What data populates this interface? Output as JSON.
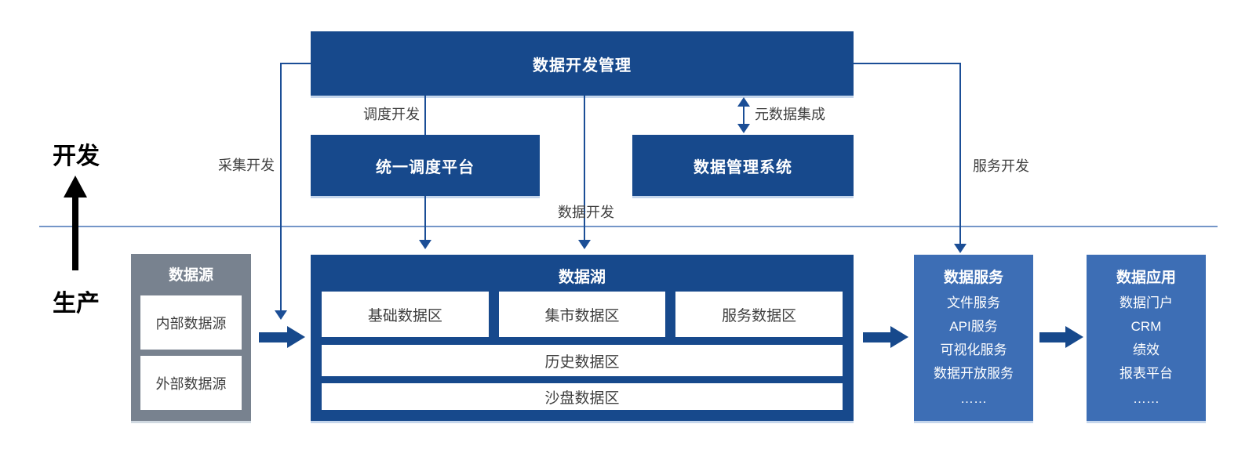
{
  "palette": {
    "dark_blue": "#17498c",
    "medium_blue": "#3d6eb5",
    "gray": "#78828f",
    "line_blue": "#1b4e96",
    "separator_blue": "#7496c8",
    "label_text": "#404040"
  },
  "axis": {
    "dev_label": "开发",
    "prod_label": "生产"
  },
  "dev_section": {
    "data_dev_mgmt": "数据开发管理",
    "unified_scheduling": "统一调度平台",
    "data_mgmt_system": "数据管理系统",
    "labels": {
      "collection_dev": "采集开发",
      "scheduling_dev": "调度开发",
      "data_dev": "数据开发",
      "metadata_integration": "元数据集成",
      "service_dev": "服务开发"
    }
  },
  "data_source": {
    "title": "数据源",
    "items": [
      "内部数据源",
      "外部数据源"
    ]
  },
  "data_lake": {
    "title": "数据湖",
    "zones_row1": [
      "基础数据区",
      "集市数据区",
      "服务数据区"
    ],
    "zone_history": "历史数据区",
    "zone_sandbox": "沙盘数据区"
  },
  "data_service": {
    "title": "数据服务",
    "items": [
      "文件服务",
      "API服务",
      "可视化服务",
      "数据开放服务",
      "……"
    ]
  },
  "data_app": {
    "title": "数据应用",
    "items": [
      "数据门户",
      "CRM",
      "绩效",
      "报表平台",
      "……"
    ]
  }
}
